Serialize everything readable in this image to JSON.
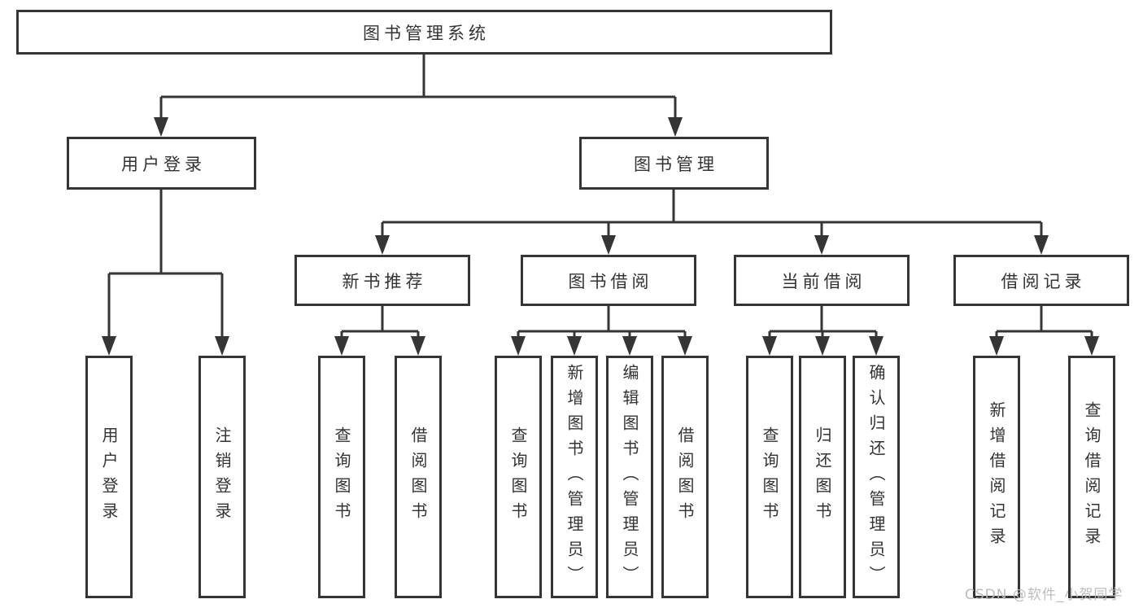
{
  "diagram": {
    "root": {
      "label": "图书管理系统"
    },
    "level2": [
      {
        "label": "用户登录"
      },
      {
        "label": "图书管理"
      }
    ],
    "level3": [
      {
        "label": "新书推荐"
      },
      {
        "label": "图书借阅"
      },
      {
        "label": "当前借阅"
      },
      {
        "label": "借阅记录"
      }
    ],
    "leaves": {
      "login": [
        {
          "label": "用户登录"
        },
        {
          "label": "注销登录"
        }
      ],
      "newbook": [
        {
          "label": "查询图书"
        },
        {
          "label": "借阅图书"
        }
      ],
      "borrow": [
        {
          "label": "查询图书"
        },
        {
          "label": "新增图书（管理员）"
        },
        {
          "label": "编辑图书（管理员）"
        },
        {
          "label": "借阅图书"
        }
      ],
      "current": [
        {
          "label": "查询图书"
        },
        {
          "label": "归还图书"
        },
        {
          "label": "确认归还（管理员）"
        }
      ],
      "records": [
        {
          "label": "新增借阅记录"
        },
        {
          "label": "查询借阅记录"
        }
      ]
    },
    "watermark": "CSDN @软件_小贺同学",
    "colors": {
      "line": "#353535",
      "text": "#333333",
      "watermark": "#b9b9b9",
      "background": "#ffffff"
    }
  }
}
